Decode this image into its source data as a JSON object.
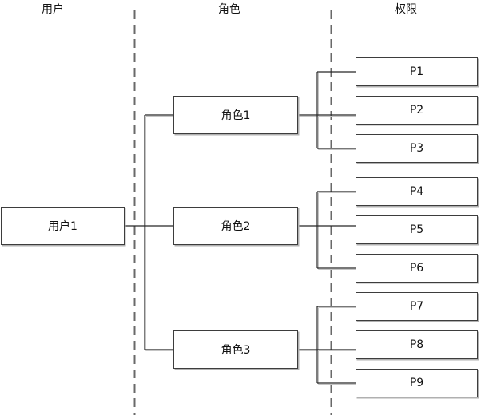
{
  "diagram": {
    "type": "rbac-hierarchy",
    "column_headers": [
      {
        "id": "users",
        "label": "用户"
      },
      {
        "id": "roles",
        "label": "角色"
      },
      {
        "id": "permissions",
        "label": "权限"
      }
    ],
    "nodes": [
      {
        "id": "user1",
        "type": "user",
        "label": "用户1"
      },
      {
        "id": "role1",
        "type": "role",
        "label": "角色1"
      },
      {
        "id": "role2",
        "type": "role",
        "label": "角色2"
      },
      {
        "id": "role3",
        "type": "role",
        "label": "角色3"
      },
      {
        "id": "p1",
        "type": "permission",
        "label": "P1"
      },
      {
        "id": "p2",
        "type": "permission",
        "label": "P2"
      },
      {
        "id": "p3",
        "type": "permission",
        "label": "P3"
      },
      {
        "id": "p4",
        "type": "permission",
        "label": "P4"
      },
      {
        "id": "p5",
        "type": "permission",
        "label": "P5"
      },
      {
        "id": "p6",
        "type": "permission",
        "label": "P6"
      },
      {
        "id": "p7",
        "type": "permission",
        "label": "P7"
      },
      {
        "id": "p8",
        "type": "permission",
        "label": "P8"
      },
      {
        "id": "p9",
        "type": "permission",
        "label": "P9"
      }
    ],
    "edges": [
      {
        "from": "user1",
        "to": [
          "role1",
          "role2",
          "role3"
        ]
      },
      {
        "from": "role1",
        "to": [
          "p1",
          "p2",
          "p3"
        ]
      },
      {
        "from": "role2",
        "to": [
          "p4",
          "p5",
          "p6"
        ]
      },
      {
        "from": "role3",
        "to": [
          "p7",
          "p8",
          "p9"
        ]
      }
    ],
    "separator_count": 2,
    "colors": {
      "background": "#ffffff",
      "box_border": "#3d3d3d",
      "box_fill": "#ffffff",
      "connector": "#262626",
      "connector_shadow": "#c4c4c4",
      "separator": "#696969",
      "text": "#111111"
    }
  }
}
